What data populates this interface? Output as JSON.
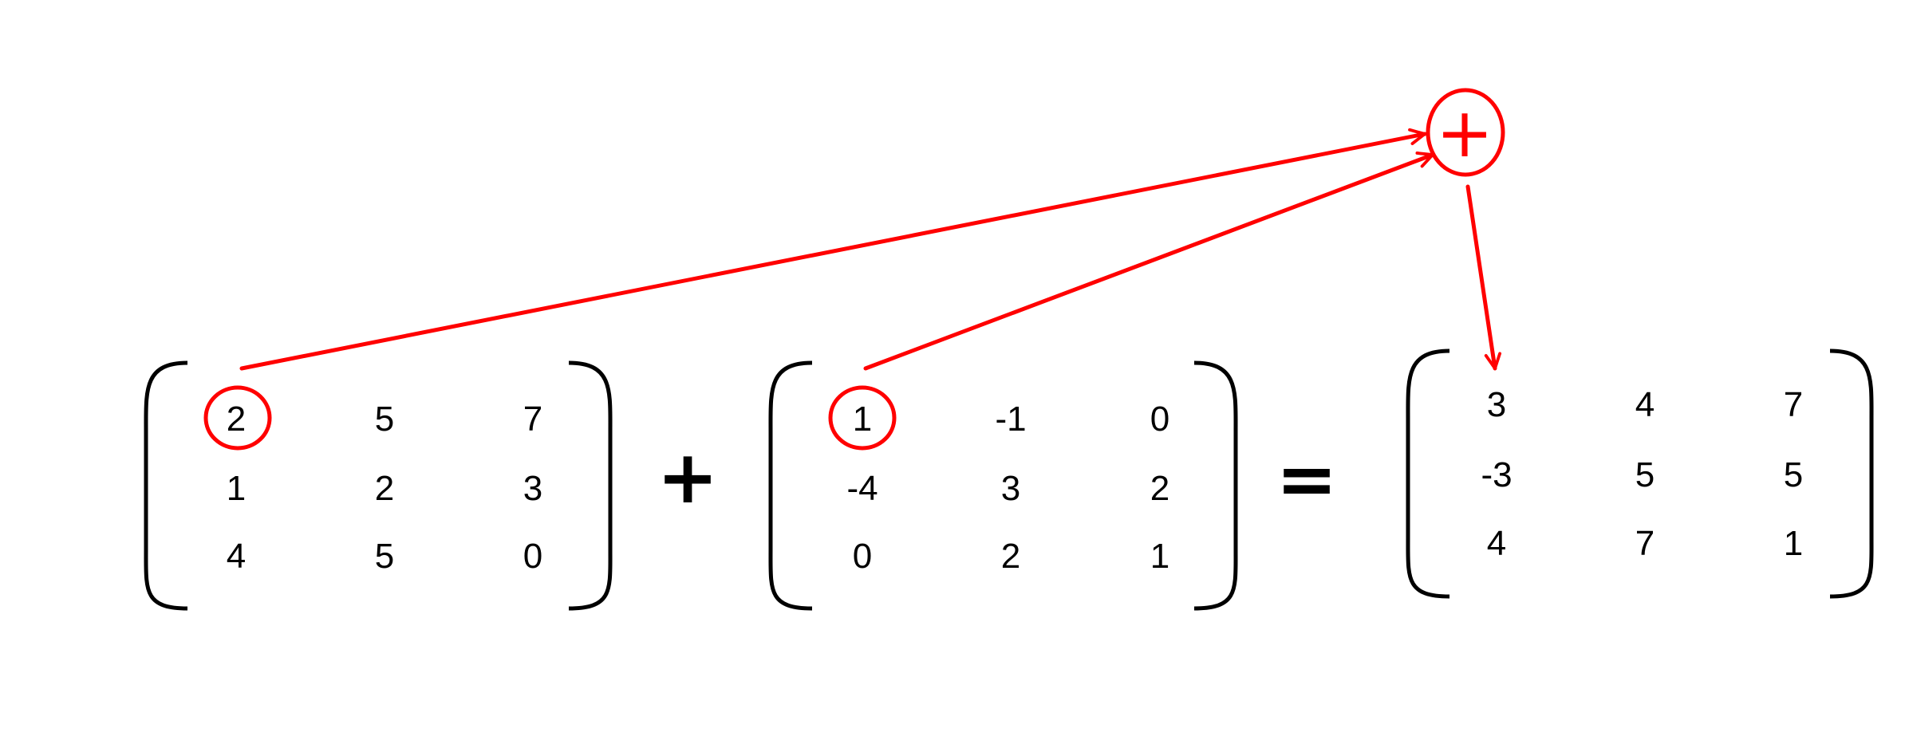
{
  "colors": {
    "ink": "#000000",
    "highlight": "#ff0000",
    "background": "#ffffff"
  },
  "matrix_a": {
    "rows": [
      [
        "2",
        "5",
        "7"
      ],
      [
        "1",
        "2",
        "3"
      ],
      [
        "4",
        "5",
        "0"
      ]
    ]
  },
  "matrix_b": {
    "rows": [
      [
        "1",
        "-1",
        "0"
      ],
      [
        "-4",
        "3",
        "2"
      ],
      [
        "0",
        "2",
        "1"
      ]
    ]
  },
  "matrix_result": {
    "rows": [
      [
        "3",
        "4",
        "7"
      ],
      [
        "-3",
        "5",
        "5"
      ],
      [
        "4",
        "7",
        "1"
      ]
    ]
  },
  "operators": {
    "plus": "+",
    "equals": "="
  },
  "highlight_operator": "+",
  "icons": {
    "circled_operator": "circled-plus-icon",
    "arrows": "arrow-icon"
  }
}
